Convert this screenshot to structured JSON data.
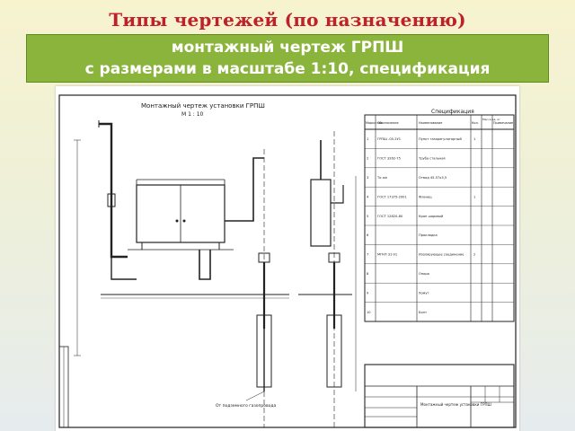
{
  "slide": {
    "title": "Типы чертежей (по назначению)",
    "subtitle_line1": "монтажный чертеж ГРПШ",
    "subtitle_line2": "с размерами в масштабе 1:10, спецификация"
  },
  "drawing": {
    "heading": "Монтажный чертеж установки ГРПШ",
    "section_label": "М 1 : 10",
    "spec_heading": "Спецификация",
    "spec_columns": [
      "Марка поз.",
      "Обозначение",
      "Наименование",
      "Кол.",
      "Масса ед. кг",
      "Примечание"
    ],
    "spec_rows": [
      {
        "pos": "1",
        "code": "ГРПШ -05-2У1",
        "name": "Пункт газорегуляторный",
        "qty": "1",
        "note": ""
      },
      {
        "pos": "2",
        "code": "ГОСТ 3262-75",
        "name": "Труба стальная",
        "qty": "",
        "note": ""
      },
      {
        "pos": "3",
        "code": "То же",
        "name": "Отвод 45-57х3,5",
        "qty": "",
        "note": ""
      },
      {
        "pos": "4",
        "code": "ГОСТ 17375-2001",
        "name": "Фланец",
        "qty": "1",
        "note": ""
      },
      {
        "pos": "5",
        "code": "ГОСТ 12820-80",
        "name": "Кран шаровой",
        "qty": "",
        "note": ""
      },
      {
        "pos": "6",
        "code": "",
        "name": "Прокладка",
        "qty": "",
        "note": ""
      },
      {
        "pos": "7",
        "code": "МГКП 31-91",
        "name": "Изолирующее соединение",
        "qty": "2",
        "note": ""
      },
      {
        "pos": "8",
        "code": "",
        "name": "Опора",
        "qty": "",
        "note": ""
      },
      {
        "pos": "9",
        "code": "",
        "name": "Хомут",
        "qty": "",
        "note": ""
      },
      {
        "pos": "10",
        "code": "",
        "name": "Болт",
        "qty": "",
        "note": ""
      }
    ],
    "title_block_text": "Монтажный чертеж установки ГРПШ",
    "note_bottom": "От подземного газопровода"
  },
  "colors": {
    "title_red": "#c0202a",
    "band_green": "#8bb43c"
  }
}
